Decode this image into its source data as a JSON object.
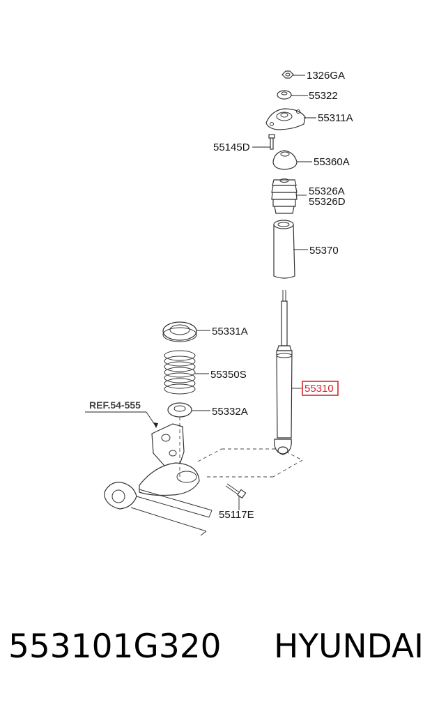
{
  "callouts": {
    "c1326GA": "1326GA",
    "c55322": "55322",
    "c55311A": "55311A",
    "c55145D": "55145D",
    "c55360A": "55360A",
    "c55326A": "55326A",
    "c55326D": "55326D",
    "c55370": "55370",
    "c55331A": "55331A",
    "c55350S": "55350S",
    "c55332A": "55332A",
    "c55310": "55310",
    "c55117E": "55117E",
    "ref": "REF.54-555"
  },
  "highlight_color": "#d9232d",
  "footer": {
    "part_number": "553101G320",
    "brand": "HYUNDAI"
  }
}
